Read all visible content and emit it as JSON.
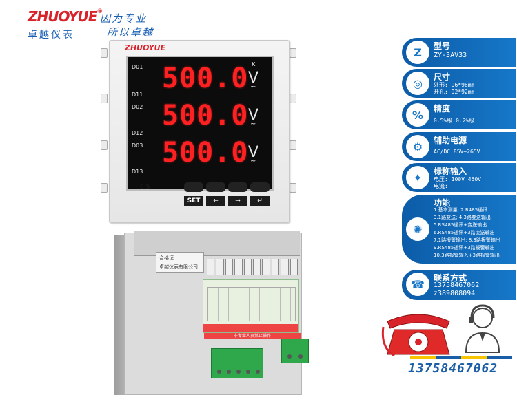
{
  "brand": {
    "logo": "ZHUOYUE",
    "reg": "®",
    "cn_name": "卓越仪表",
    "slogan_1": "因为专业",
    "slogan_2": "所以卓越"
  },
  "meter_front": {
    "logo": "ZHUOYUE",
    "k_label": "K",
    "labels": {
      "do1": "D01",
      "di1": "D11",
      "do2": "D02",
      "di2": "D12",
      "do3": "D03",
      "di3": "D13"
    },
    "readings": [
      "500.0",
      "500.0",
      "500.0"
    ],
    "unit": "V",
    "wave": "~",
    "accuracy_class": "0.5",
    "buttons": {
      "set": "SET",
      "left": "←",
      "right": "→",
      "enter": "↵"
    }
  },
  "meter_back": {
    "label_line1": "合格证",
    "label_line2": "卓越仪表有限公司",
    "warning": "非专业人员禁止操作"
  },
  "specs": {
    "model": {
      "title": "型号",
      "value": "ZY-3AV33"
    },
    "size": {
      "title": "尺寸",
      "outer": "外形: 96*96mm",
      "cutout": "开孔: 92*92mm"
    },
    "accuracy": {
      "title": "精度",
      "value": "0.5%级   0.2%级"
    },
    "power": {
      "title": "辅助电源",
      "value": "AC/DC 85V~265V"
    },
    "input": {
      "title": "标称输入",
      "voltage": "电压: 100V 450V",
      "current": "电流:"
    },
    "functions": {
      "title": "功能",
      "items": [
        "1.基本测量;     2.R485通讯",
        "3.1路变送;      4.3路变送输出",
        "5.RS485通讯+变送输出",
        "6.RS485通讯+3路变送输出",
        "7.1路报警输出;   8.3路报警输出",
        "9.RS485通讯+3路报警输出",
        "10.3路报警输入+3路报警输出"
      ]
    },
    "contact": {
      "title": "联系方式",
      "phone": "13758467062",
      "qq": "z389808094"
    }
  },
  "phone_banner": "13758467062",
  "colors": {
    "brand_red": "#d8232a",
    "brand_blue": "#1a5fb4",
    "panel_blue": "#1677c8",
    "led_red": "#ff2121"
  }
}
